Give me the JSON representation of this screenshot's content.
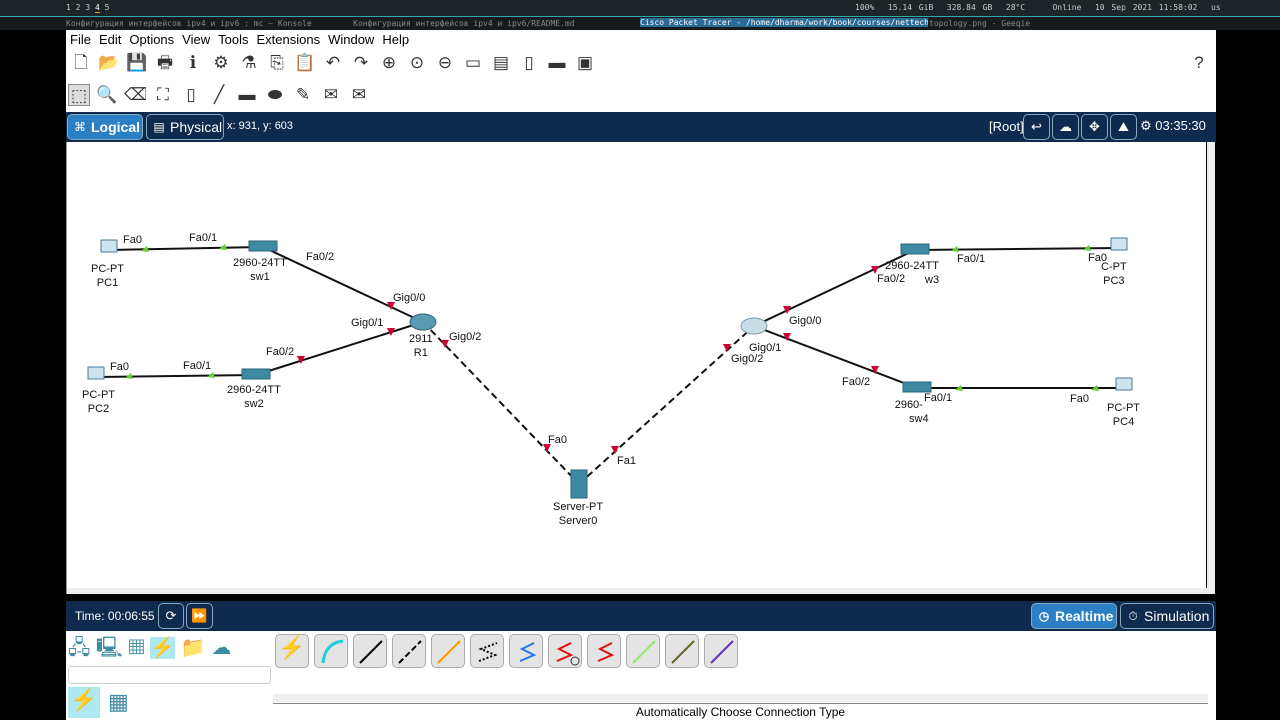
{
  "system": {
    "workspaces": [
      "1",
      "2",
      "3",
      "4",
      "5"
    ],
    "active_workspace": "4",
    "status": [
      "100%",
      "15.14 GiB",
      "328.84 GB",
      "28°C",
      "Online",
      "10 Sep 2021",
      "11:58:02",
      "us"
    ]
  },
  "tasks": [
    "Конфигурация интерфейсов ipv4 и ipv6 : mc — Konsole",
    "Конфигурация интерфейсов ipv4 и ipv6/README.md",
    "Cisco Packet Tracer - /home/dharma/work/book/courses/nettech/git/M...",
    "topology.png - Geeqie"
  ],
  "menu": [
    "File",
    "Edit",
    "Options",
    "View",
    "Tools",
    "Extensions",
    "Window",
    "Help"
  ],
  "modebar": {
    "logical": "Logical",
    "physical": "Physical",
    "coords": "x: 931, y: 603",
    "root": "[Root]",
    "clock": "03:35:30"
  },
  "devices": [
    {
      "id": "pc1",
      "type": "PC-PT",
      "name": "PC1"
    },
    {
      "id": "sw1",
      "type": "2960-24TT",
      "name": "sw1"
    },
    {
      "id": "r1",
      "type": "2911",
      "name": "R1"
    },
    {
      "id": "pc2",
      "type": "PC-PT",
      "name": "PC2"
    },
    {
      "id": "sw2",
      "type": "2960-24TT",
      "name": "sw2"
    },
    {
      "id": "server",
      "type": "Server-PT",
      "name": "Server0"
    },
    {
      "id": "sw3",
      "type": "2960-24TT",
      "name": "w3"
    },
    {
      "id": "pc3",
      "type": "C-PT",
      "name": "PC3"
    },
    {
      "id": "sw4",
      "type": "2960-",
      "name": "sw4"
    },
    {
      "id": "pc4",
      "type": "PC-PT",
      "name": "PC4"
    }
  ],
  "ports": [
    "Fa0",
    "Fa0/1",
    "Fa0/2",
    "Gig0/0",
    "Gig0/1",
    "Gig0/2",
    "Fa0",
    "Fa0/1",
    "Fa0/2",
    "Fa0",
    "Fa1",
    "Gig0/0",
    "Gig0/1",
    "Gig0/2",
    "Fa0/2",
    "Fa0/1",
    "Fa0",
    "Fa0/2",
    "Fa0/1",
    "Fa0"
  ],
  "bottom": {
    "time": "Time: 00:06:55",
    "realtime": "Realtime",
    "simulation": "Simulation",
    "status": "Automatically Choose Connection Type"
  },
  "colors": {
    "bar": "#0f2a4f",
    "link_up": "#6c3",
    "link_down": "#c03"
  }
}
